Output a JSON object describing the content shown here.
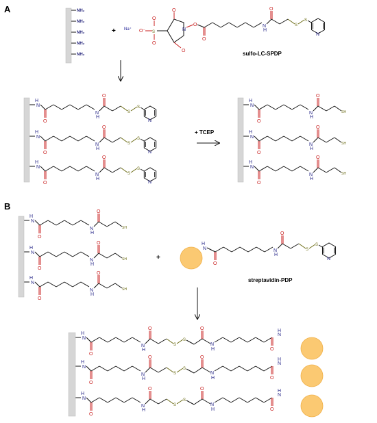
{
  "panels": {
    "a": "A",
    "b": "B"
  },
  "reagents": {
    "nh2": "NH₂",
    "na": "Na⁺",
    "sulfo": "sulfo-LC-SPDP",
    "tcep": "+ TCEP",
    "plus": "+",
    "streptavidin": "streptavidin-PDP"
  },
  "atoms": {
    "o": "O",
    "n": "N",
    "s": "S",
    "sh": "SH",
    "h": "H",
    "so3": "SO₃",
    "o_minus": "O⁻"
  },
  "colors": {
    "nitrogen": "#2a2a8a",
    "oxygen": "#c81e1e",
    "sulfur": "#6b6b14",
    "surface": "#d6d6d6",
    "protein": "#fbc972"
  }
}
